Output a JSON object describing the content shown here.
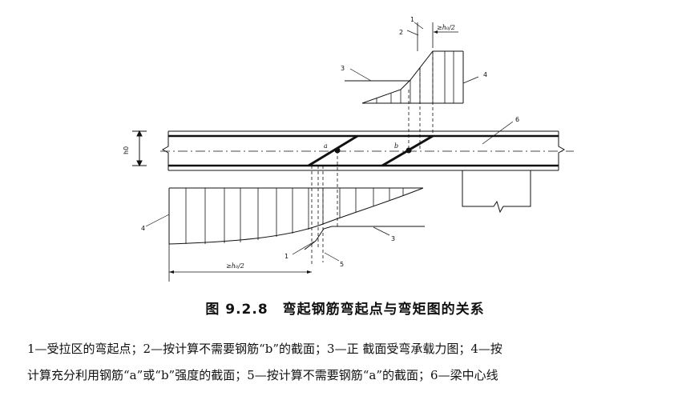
{
  "figure": {
    "labels": {
      "n1_top": "1",
      "n2": "2",
      "n3_top": "3",
      "n4_top": "4",
      "n6": "6",
      "n4_bottom": "4",
      "n1_bottom": "1",
      "n3_bottom": "3",
      "n5": "5",
      "h0": "h0",
      "a": "a",
      "b": "b",
      "dim_top": "≥h₀/2",
      "dim_bottom": "≥h₀/2"
    }
  },
  "caption": {
    "title": "图 9.2.8　弯起钢筋弯起点与弯矩图的关系",
    "line1": "1—受拉区的弯起点；2—按计算不需要钢筋“b”的截面；3—正  截面受弯承载力图；4—按",
    "line2": "计算充分利用钢筋“a”或“b”强度的截面；5—按计算不需要钢筋“a”的截面；6—梁中心线"
  }
}
